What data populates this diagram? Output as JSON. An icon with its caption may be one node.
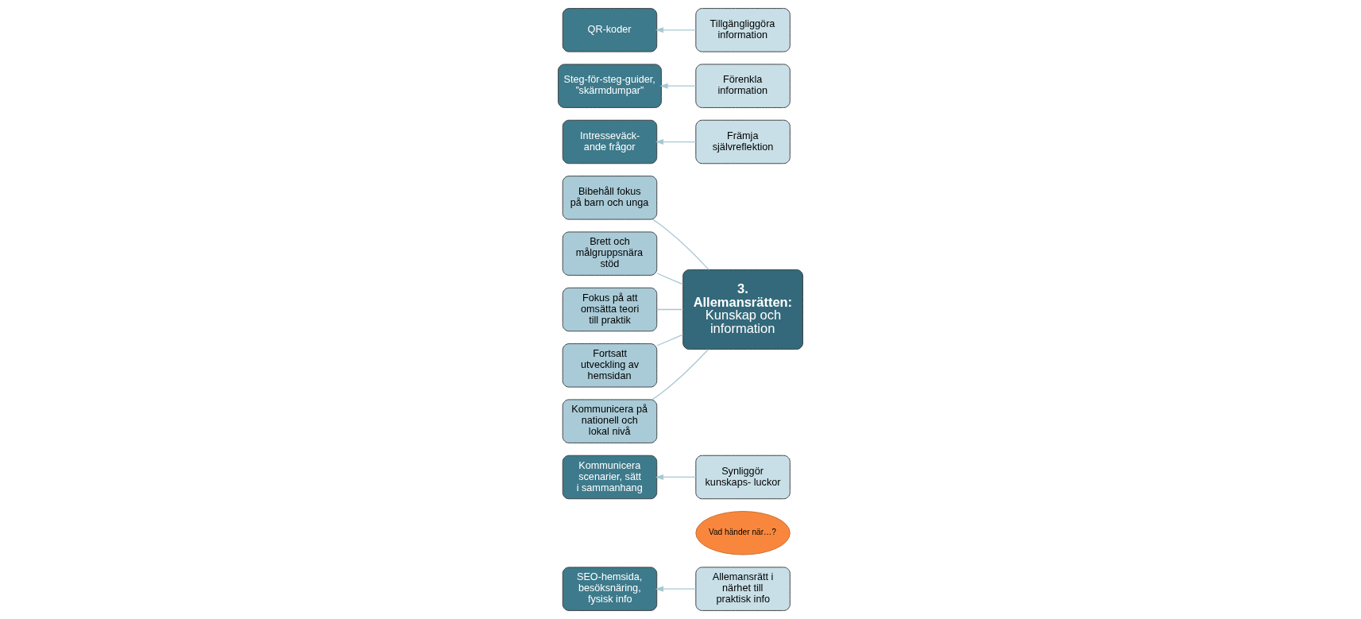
{
  "diagram": {
    "nodes": [
      {
        "text": [
          "SEO-hemsida, besöksnäring, fysisk info"
        ]
      },
      {
        "text": [
          "Allemansrätt i närhet till praktisk info"
        ]
      },
      {
        "text": [
          "Vad händer när…?"
        ]
      },
      {
        "text": [
          "Kommunicera scenarier, sätt i sammanhang"
        ]
      },
      {
        "text": [
          "Synliggör kunskaps- luckor"
        ]
      },
      {
        "text": [
          "Bibehåll fokus på barn och unga"
        ]
      },
      {
        "text": [
          "Intresseväck- ande frågor"
        ]
      },
      {
        "text": [
          "Främja självreflektion"
        ]
      },
      {
        "text": [
          "Brett och målgruppsnära stöd"
        ]
      },
      {
        "text": [
          "Fokus på att omsätta teori till praktik"
        ]
      },
      {
        "text": [
          "Steg-för-steg-guider, ”skärmdumpar”"
        ]
      },
      {
        "text": [
          "Förenkla information"
        ]
      },
      {
        "text": [
          "Fortsatt utveckling av hemsidan"
        ]
      },
      {
        "text": [
          "QR-koder"
        ]
      },
      {
        "text": [
          "Tillgängliggöra information"
        ]
      },
      {
        "text": [
          "3. Allemansrätten:",
          "Kunskap och information"
        ]
      },
      {
        "text": [
          "Kommunicera på nationell och lokal nivå"
        ]
      }
    ],
    "edges": [
      {
        "from": 1,
        "to": 0,
        "arrow": "to"
      },
      {
        "from": 4,
        "to": 3,
        "arrow": "to"
      },
      {
        "from": 7,
        "to": 6,
        "arrow": "to"
      },
      {
        "from": 11,
        "to": 10,
        "arrow": "to"
      },
      {
        "from": 14,
        "to": 13,
        "arrow": "to"
      },
      {
        "from": 15,
        "to": 5,
        "arrow": "none"
      },
      {
        "from": 15,
        "to": 8,
        "arrow": "none"
      },
      {
        "from": 15,
        "to": 9,
        "arrow": "none"
      },
      {
        "from": 15,
        "to": 12,
        "arrow": "none"
      },
      {
        "from": 15,
        "to": 16,
        "arrow": "none"
      }
    ]
  }
}
